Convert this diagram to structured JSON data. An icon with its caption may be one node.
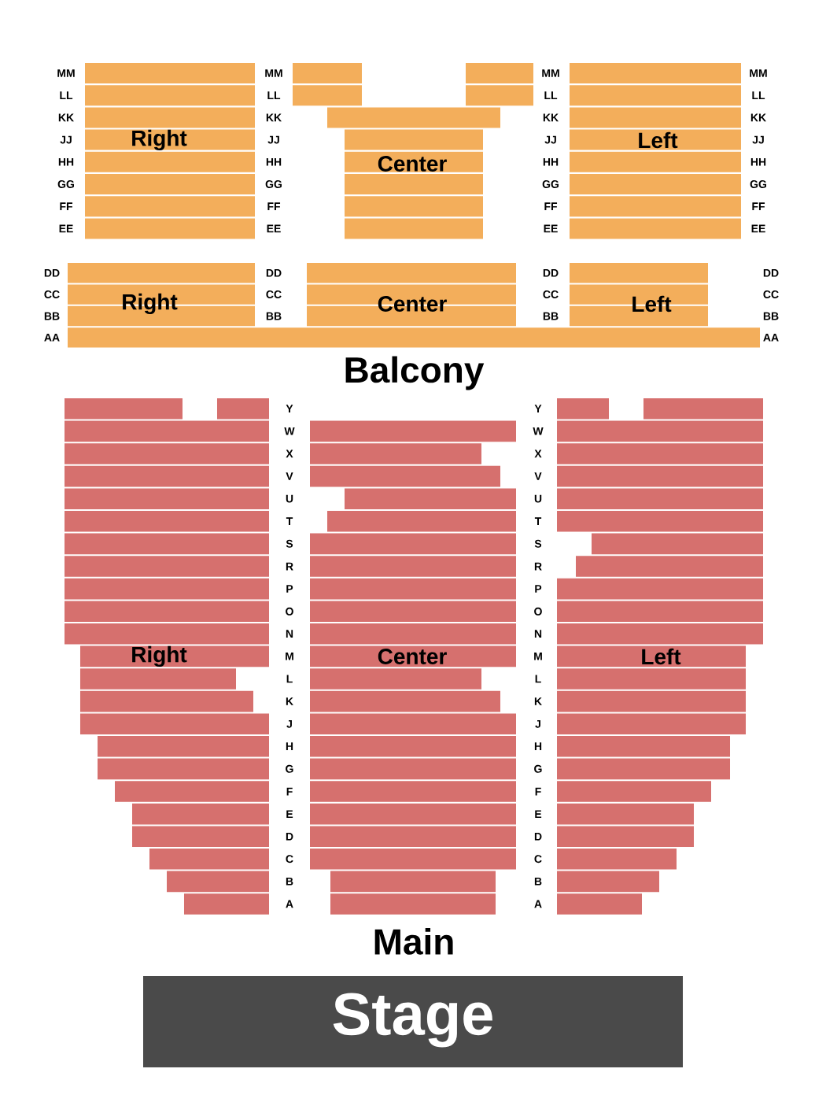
{
  "diagram": {
    "nodes": [
      {
        "text": [
          "Right"
        ]
      },
      {
        "text": [
          "Center"
        ]
      },
      {
        "text": [
          "Left"
        ]
      },
      {
        "text": [
          "Right"
        ]
      },
      {
        "text": [
          "Center"
        ]
      },
      {
        "text": [
          "Left"
        ]
      },
      {
        "text": [
          "Right"
        ]
      },
      {
        "text": [
          "Center"
        ]
      },
      {
        "text": [
          "Left"
        ]
      },
      {
        "text": [
          "Stage"
        ]
      }
    ],
    "labels": [
      "MM",
      "MM",
      "MM",
      "MM",
      "LL",
      "LL",
      "LL",
      "LL",
      "KK",
      "KK",
      "KK",
      "KK",
      "JJ",
      "JJ",
      "JJ",
      "JJ",
      "HH",
      "HH",
      "HH",
      "HH",
      "GG",
      "GG",
      "GG",
      "GG",
      "FF",
      "FF",
      "FF",
      "FF",
      "EE",
      "EE",
      "EE",
      "EE",
      "DD",
      "DD",
      "DD",
      "DD",
      "CC",
      "CC",
      "CC",
      "CC",
      "BB",
      "BB",
      "BB",
      "BB",
      "AA",
      "AA",
      "Balcony",
      "Y",
      "Y",
      "W",
      "W",
      "X",
      "X",
      "V",
      "V",
      "U",
      "U",
      "T",
      "T",
      "S",
      "S",
      "R",
      "R",
      "P",
      "P",
      "O",
      "O",
      "N",
      "N",
      "M",
      "M",
      "L",
      "L",
      "K",
      "K",
      "J",
      "J",
      "H",
      "H",
      "G",
      "G",
      "F",
      "F",
      "E",
      "E",
      "D",
      "D",
      "C",
      "C",
      "B",
      "B",
      "A",
      "A",
      "Main"
    ]
  }
}
